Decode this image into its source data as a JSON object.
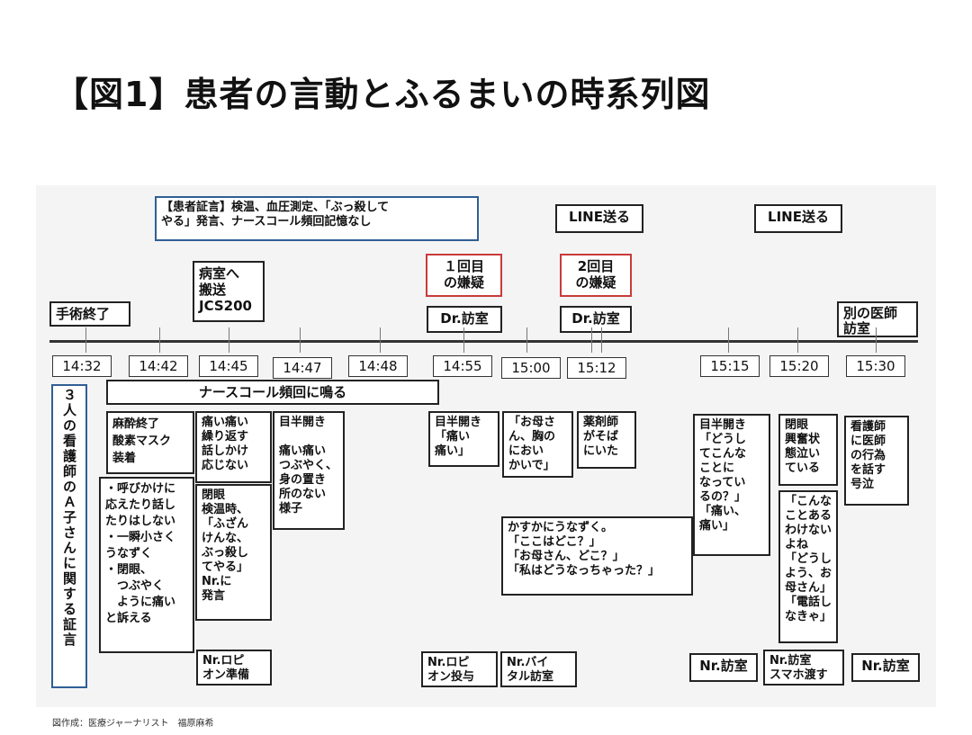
{
  "title": "【図1】患者の言動とふるまいの時系列図",
  "credit": "図作成：医療ジャーナリスト　福原麻希",
  "top_note": "【患者証言】検温、血圧測定、「ぶっ殺して\nやる」発言、ナースコール頻回記憶なし",
  "line_sent_1": "LINE送る",
  "line_sent_2": "LINE送る",
  "doubt_1": "１回目\nの嫌疑",
  "doubt_2": "2回目\nの嫌疑",
  "surgery_end": "手術終了",
  "transfer": "病室へ\n搬送\nJCS200",
  "dr_visit_1": "Dr.訪室",
  "dr_visit_2": "Dr.訪室",
  "other_doctor": "別の医師\n訪室",
  "times": [
    "14:32",
    "14:42",
    "14:45",
    "14:47",
    "14:48",
    "14:55",
    "15:00",
    "15:12",
    "15:15",
    "15:20",
    "15:30"
  ],
  "vertical_label": "３人の看護師のＡ子さんに関する証言",
  "nurse_call": "ナースコール頻回に鳴る",
  "notes": {
    "anesthesia": "麻酔終了\n酸素マスク\n装着",
    "pain_repeat": "痛い痛い\n繰り返す\n話しかけ\n応じない",
    "eyes_open": "目半開き\n\n痛い痛い\nつぶやく、\n身の置き\n所のない\n様子",
    "call_response": "・呼びかけに\n応えたり話し\nたりはしない\n・一瞬小さく\nうなずく\n・閉眼、\n　つぶやく\n　ように痛い\nと訴える",
    "eyes_closed": "閉眼\n検温時、\n「ふざん\nけんな、\nぶっ殺し\nてやる」\nNr.に\n発言",
    "half_open_1455": "目半開き\n「痛い\n痛い」",
    "mother_chest": "「お母さ\nん、胸の\nにおい\nかいで」",
    "pharmacist": "薬剤師\nがそば\nにいた",
    "faint_nod": "かすかにうなずく。\n「ここはどこ？」\n「お母さん、どこ？」\n「私はどうなっちゃった？」",
    "half_open_1515": "目半開き\n「どうし\nてこんな\nことに\nなってい\nるの？」\n「痛い、\n痛い」",
    "closed_excited": "閉眼\n興奮状\n態泣い\nている",
    "nurse_told": "看護師\nに医師\nの行為\nを話す\n号泣",
    "kind_of_thing": "「こんな\nことある\nわけない\nよね\n「どうし\nよう、お\n母さん」\n「電話し\nなきゃ」"
  },
  "bottom": {
    "nr_robion_prep": "Nr.ロピ\nオン準備",
    "nr_robion_admin": "Nr.ロピ\nオン投与",
    "nr_vital": "Nr.バイ\nタル訪室",
    "nr_visit_1": "Nr.訪室",
    "nr_visit_phone": "Nr.訪室\nスマホ渡す",
    "nr_visit_2": "Nr.訪室"
  },
  "colors": {
    "blue_border": "#2f5f94",
    "red_border": "#c93b3b"
  }
}
